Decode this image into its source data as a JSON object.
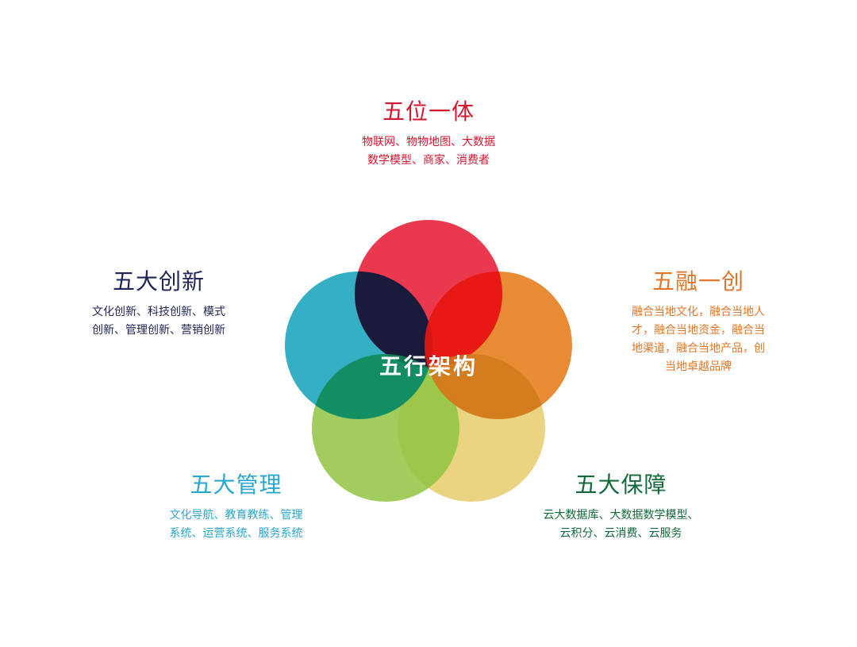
{
  "center": {
    "label": "五行架构"
  },
  "colors": {
    "red": "#e8273f",
    "orange": "#e4801f",
    "teal": "#1ea6be",
    "green": "#8fc441",
    "yellow": "#e6cc6c",
    "overlap_dark": "#1a1a3a"
  },
  "blocks": {
    "top": {
      "title": "五位一体",
      "lines": [
        "物联网、物物地图、大数据",
        "数学模型、商家、消费者"
      ]
    },
    "left": {
      "title": "五大创新",
      "lines": [
        "文化创新、科技创新、模式",
        "创新、管理创新、营销创新"
      ]
    },
    "right": {
      "title": "五融一创",
      "lines": [
        "融合当地文化，融合当地人",
        "才，融合当地资金，融合当",
        "地渠道，融合当地产品，创",
        "当地卓越品牌"
      ]
    },
    "bottom_left": {
      "title": "五大管理",
      "lines": [
        "文化导航、教育教练、管理",
        "系统、运营系统、服务系统"
      ]
    },
    "bottom_right": {
      "title": "五大保障",
      "lines": [
        "云大数据库、大数据数学模型、",
        "云积分、云消费、云服务"
      ]
    }
  }
}
